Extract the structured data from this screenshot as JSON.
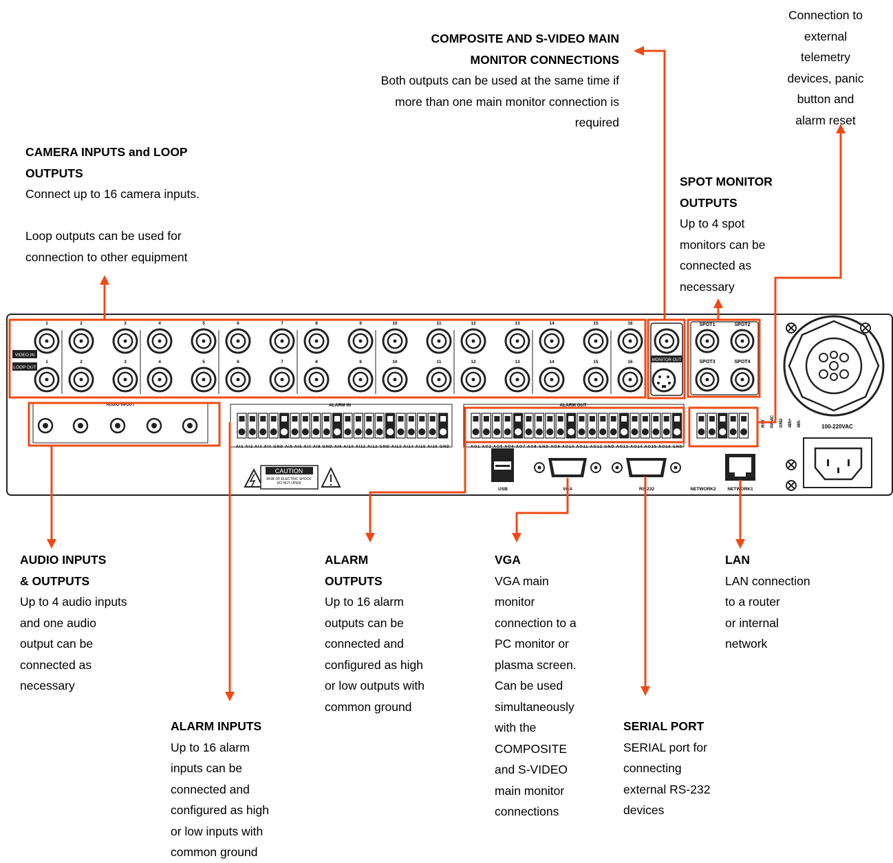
{
  "callouts": {
    "camera": {
      "title": "CAMERA INPUTS and LOOP\nOUTPUTS",
      "body": "Connect up to 16 camera inputs.\n\nLoop outputs can be used for\nconnection to other equipment"
    },
    "composite": {
      "title": "COMPOSITE AND S-VIDEO MAIN\nMONITOR CONNECTIONS",
      "body": "Both outputs can be used at the same time if\nmore than one main monitor connection is\nrequired"
    },
    "telemetry": {
      "body": "Connection to\nexternal\ntelemetry\ndevices, panic\nbutton and\nalarm reset"
    },
    "spot": {
      "title": "SPOT MONITOR\nOUTPUTS",
      "body": "Up to 4 spot\nmonitors can be\nconnected as\nnecessary"
    },
    "audio": {
      "title": "AUDIO INPUTS\n& OUTPUTS",
      "body": "Up to 4 audio inputs\nand one audio\noutput can be\nconnected as\nnecessary"
    },
    "alarm_outputs": {
      "title": "ALARM\nOUTPUTS",
      "body": "Up to 16 alarm\noutputs can be\nconnected and\nconfigured as high\nor low outputs with\ncommon ground"
    },
    "vga": {
      "title": "VGA",
      "body": "VGA main\nmonitor\nconnection to a\nPC monitor or\nplasma screen.\nCan be used\nsimultaneously\nwith the\nCOMPOSITE\nand S-VIDEO\nmain monitor\nconnections"
    },
    "lan": {
      "title": "LAN",
      "body": "LAN connection\nto a router\nor internal\nnetwork"
    },
    "alarm_inputs": {
      "title": "ALARM INPUTS",
      "body": "Up to 16 alarm\ninputs can be\nconnected and\nconfigured as high\nor low inputs with\ncommon ground"
    },
    "serial": {
      "title": "SERIAL PORT",
      "body": "SERIAL port for\nconnecting\nexternal RS-232\ndevices"
    }
  },
  "panel": {
    "video_in": "VIDEO IN",
    "loop_out": "LOOP OUT",
    "monitor_out": "MONITOR OUT",
    "audio_in_out": "AUDIO IN/OUT",
    "alarm_in": "ALARM IN",
    "alarm_out": "ALARM OUT",
    "spot_labels": [
      "SPOT1",
      "SPOT2",
      "SPOT3",
      "SPOT4"
    ],
    "channel_numbers": [
      "1",
      "2",
      "3",
      "4",
      "5",
      "6",
      "7",
      "8",
      "9",
      "10",
      "11",
      "12",
      "13",
      "14",
      "15",
      "16"
    ],
    "usb": "USB",
    "vga": "VGA",
    "rs232": "RS-232",
    "network2": "NETWORK2",
    "network1": "NETWORK1",
    "power": "100-220VAC",
    "caution": "CAUTION",
    "caution_sub1": "RISK OF ELECTRIC SHOCK",
    "caution_sub2": "DO NOT OPEN",
    "alarm_in_labels": "AI1  AI2  AI3  AI4  GND  AI5  AI6  AI7  AI8 GND  AI9  AI10 AI11 AI12 GND AI13 AI14 AI15 AI16 GND",
    "alarm_out_labels": "AO1 AO2          AO5 AO6 AO7 AO8  GND AO9 AO10 AO11 AO12 GND AO13 AO14 AO15 AO16 GND",
    "telemetry_labels": [
      "RST",
      "PANIC",
      "GND",
      "485+",
      "485-"
    ]
  },
  "colors": {
    "arrow": "#f04a14",
    "panel_stroke": "#222222"
  }
}
